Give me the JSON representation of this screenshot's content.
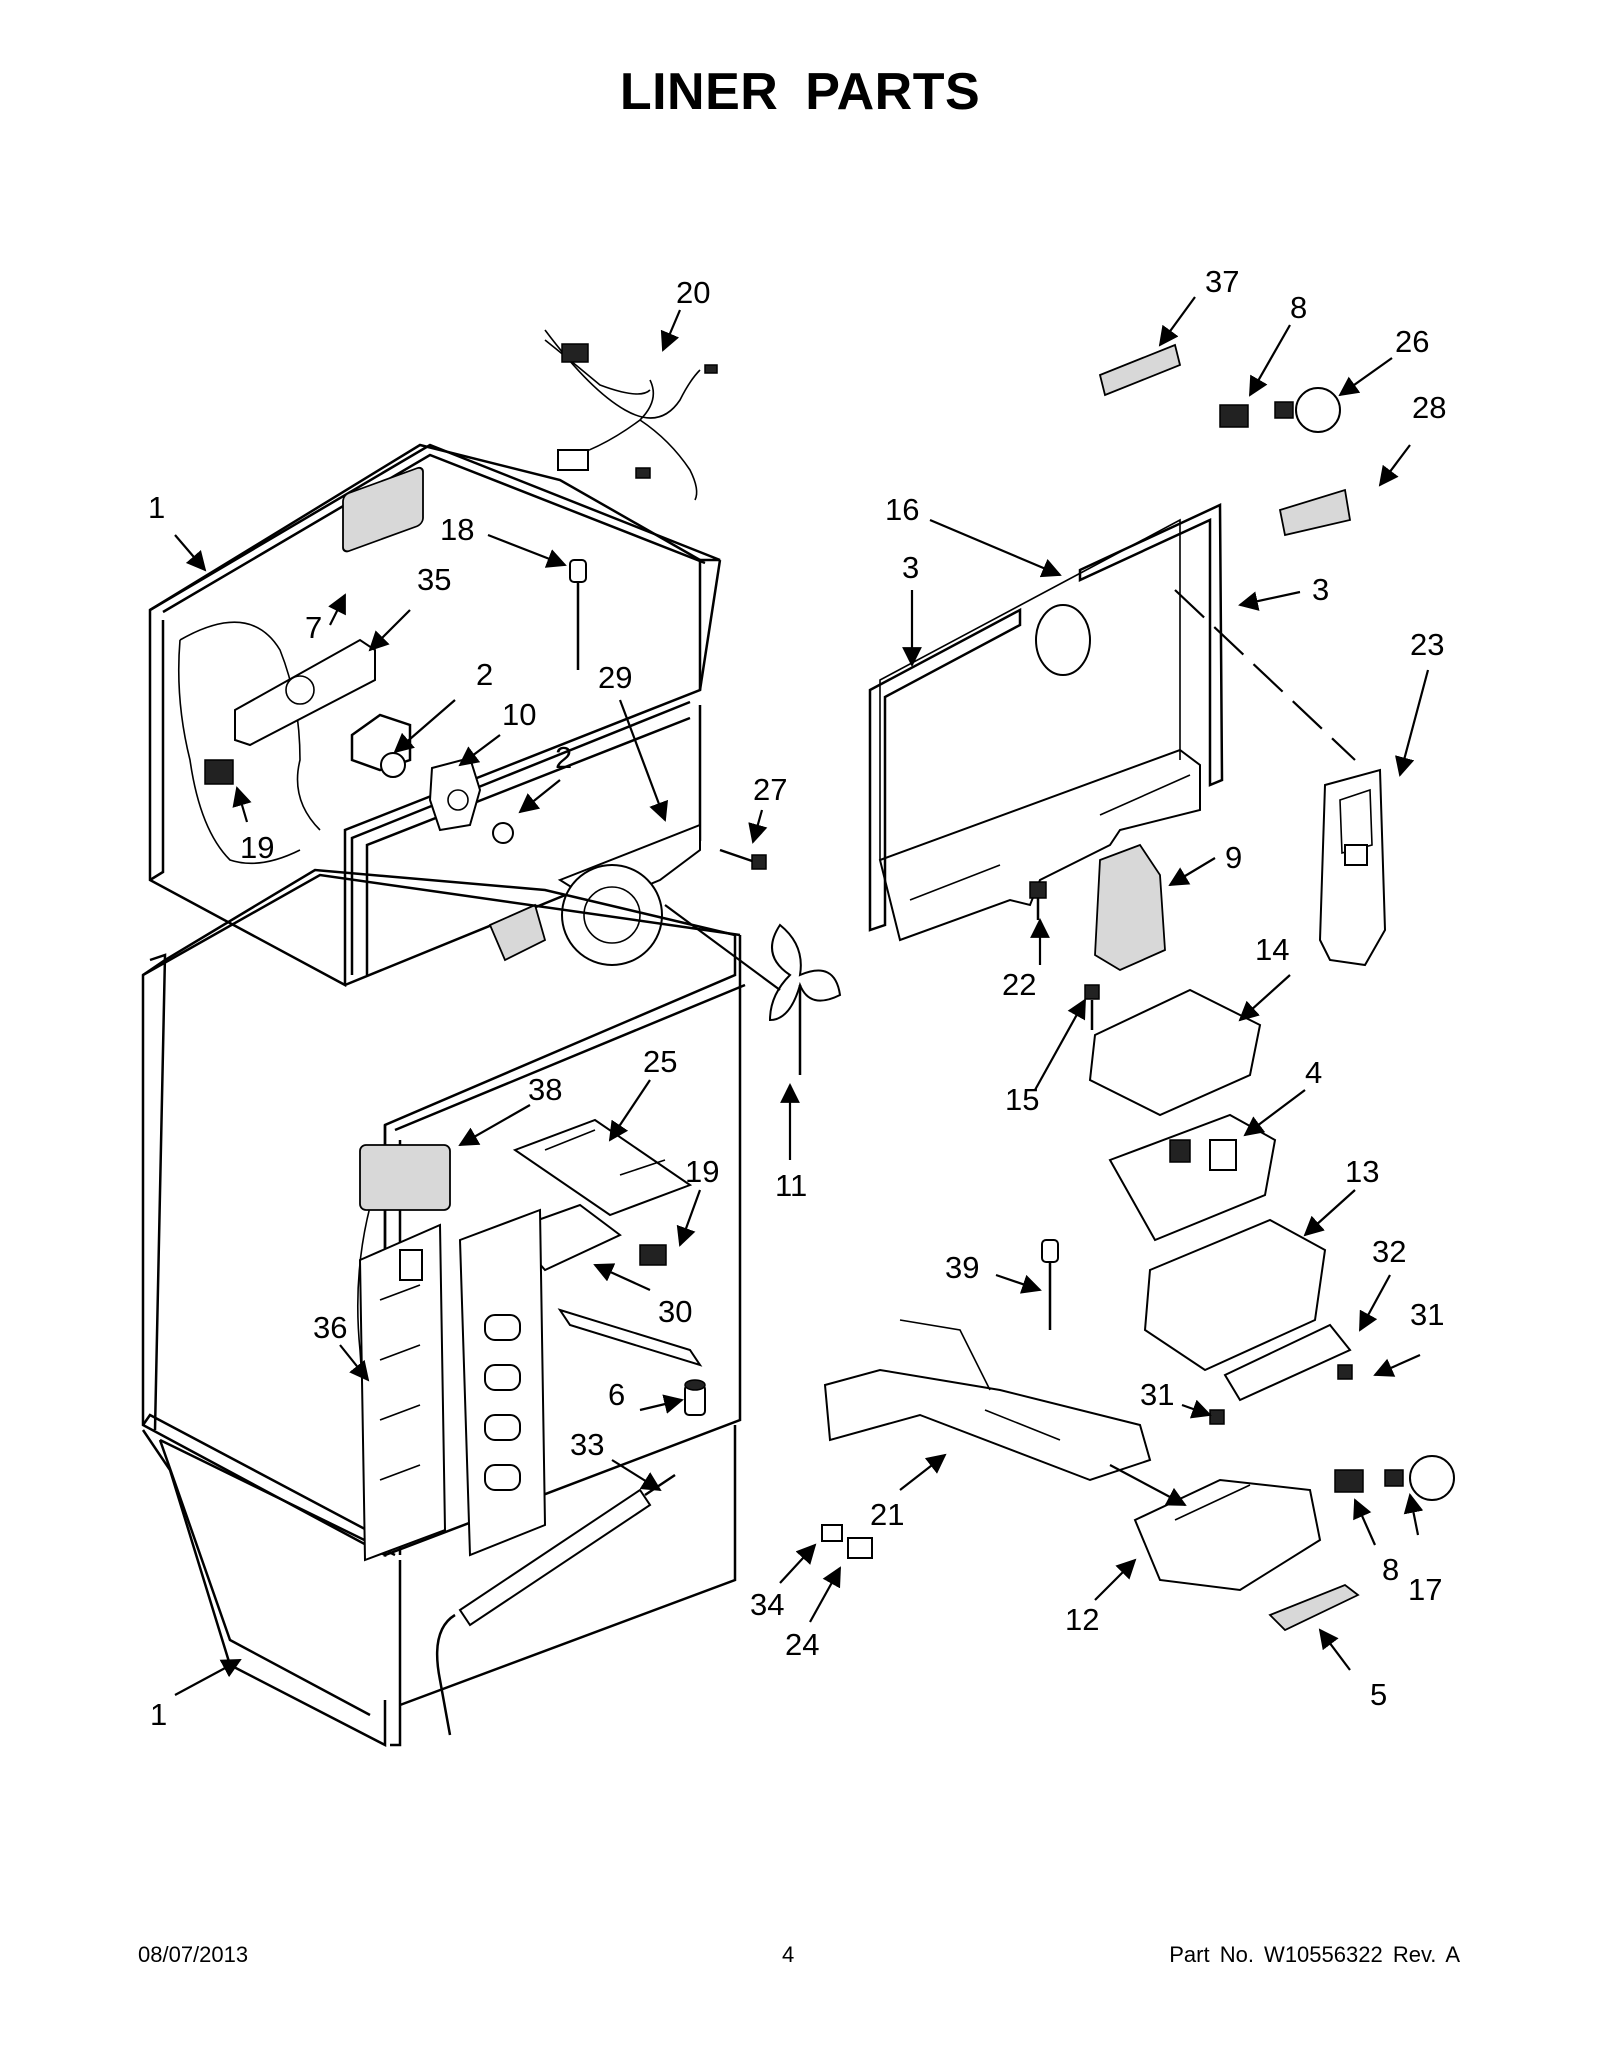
{
  "title": "LINER PARTS",
  "footer": {
    "date": "08/07/2013",
    "page": "4",
    "part_number": "Part No.  W10556322  Rev.  A"
  },
  "callouts": {
    "c1a": "1",
    "c1b": "1",
    "c2a": "2",
    "c2b": "2",
    "c3a": "3",
    "c3b": "3",
    "c4": "4",
    "c5": "5",
    "c6": "6",
    "c7": "7",
    "c8a": "8",
    "c8b": "8",
    "c9": "9",
    "c10": "10",
    "c11": "11",
    "c12": "12",
    "c13": "13",
    "c14": "14",
    "c15": "15",
    "c16": "16",
    "c17": "17",
    "c18": "18",
    "c19a": "19",
    "c19b": "19",
    "c20": "20",
    "c21": "21",
    "c22": "22",
    "c23": "23",
    "c24": "24",
    "c25": "25",
    "c26": "26",
    "c27": "27",
    "c28": "28",
    "c29": "29",
    "c30": "30",
    "c31a": "31",
    "c31b": "31",
    "c32": "32",
    "c33": "33",
    "c34": "34",
    "c35": "35",
    "c36": "36",
    "c37": "37",
    "c38": "38",
    "c39": "39"
  }
}
